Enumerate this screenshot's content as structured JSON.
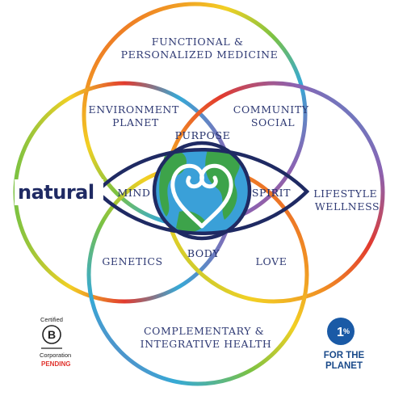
{
  "venn": {
    "top": [
      "FUNCTIONAL &",
      "PERSONALIZED MEDICINE"
    ],
    "bottom": [
      "COMPLEMENTARY &",
      "INTEGRATIVE HEALTH"
    ],
    "left_logo": "natural",
    "right": [
      "LIFESTYLE",
      "WELLNESS"
    ],
    "upper_left": [
      "ENVIRONMENT",
      "PLANET"
    ],
    "upper_right": [
      "COMMUNITY",
      "SOCIAL"
    ],
    "lower_left": "GENETICS",
    "lower_right": "LOVE"
  },
  "eye": {
    "top": "PURPOSE",
    "left": "MIND",
    "right": "SPIRIT",
    "bottom": "BODY"
  },
  "logos": {
    "bcorp": {
      "certified": "Certified",
      "letter": "B",
      "corporation": "Corporation",
      "pending": "PENDING"
    },
    "onepercent": {
      "number": "1",
      "percent": "%",
      "line1": "FOR THE",
      "line2": "PLANET"
    }
  },
  "colors": {
    "navy": "#1f2a63",
    "ocean": "#3aa0d8",
    "land": "#3da34a",
    "onepercent_blue": "#1a5aa6",
    "pending_red": "#e0312b"
  },
  "icons": [
    "spiral-heart-icon",
    "earth-globe-icon",
    "b-corp-logo-icon",
    "one-percent-logo-icon"
  ]
}
